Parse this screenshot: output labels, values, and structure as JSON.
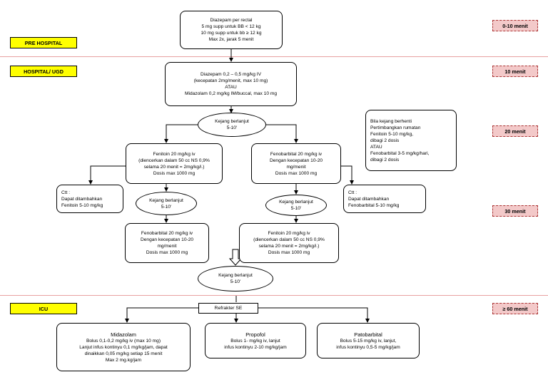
{
  "phases": {
    "prehospital": "PRE HOSPITAL",
    "hospital": "HOSPITAL/ UGD",
    "icu": "ICU"
  },
  "times": {
    "t1": "0-10 menit",
    "t2": "10 menit",
    "t3": "20 menit",
    "t4": "30 menit",
    "t5": "≥ 60 menit"
  },
  "nodes": {
    "diazepam_rectal": [
      "Diazepam per rectal",
      "5 mg supp untuk BB < 12 kg",
      "10 mg supp untuk bb ≥ 12 kg",
      "Max 2x, jarak 5 menit"
    ],
    "diazepam_iv": [
      "Diazepam 0,2 – 0,5 mg/kg IV",
      "(kecepatan 2mg/menit, max 10 mg)",
      "ATAU",
      "Midazolam 0,2 mg/kg IM/buccal, max 10 mg"
    ],
    "kejang1": [
      "Kejang berlanjut",
      "5-10'"
    ],
    "fenitoin_left": [
      "Fenitoin 20 mg/kg iv",
      "(diencerkan dalam 50 cc NS 0,9%",
      "selama 20 menit = 2mg/kg/i.)",
      "Dosis max 1000 mg"
    ],
    "fenobarbital_right": [
      "Fenobarbital 20 mg/kg iv",
      "Dengan kecepatan 10-20",
      "mg/menit",
      "Dosis max 1000 mg"
    ],
    "ctt_left": [
      "Ctt :",
      "Dapat ditambahkan",
      "Fenitoin 5-10 mg/kg"
    ],
    "ctt_right": [
      "Ctt :",
      "Dapat ditambahkan",
      "Fenobarbital 5-10 mg/kg"
    ],
    "bila": [
      "Bila kejang berhenti",
      "Pertimbangkan rumatan",
      "Fenitoin 5-10 mg/kg,",
      "dibagi 2 dosis",
      "ATAU",
      "Fenobarbital 3-5 mg/kg/hari,",
      "dibagi 2 dosis"
    ],
    "kejang2": [
      "Kejang berlanjut",
      "5-10'"
    ],
    "kejang3": [
      "Kejang berlanjut",
      "5-10'"
    ],
    "fenobarbital_left": [
      "Fenobarbital 20 mg/kg iv",
      "Dengan kecepatan 10-20",
      "mg/menit",
      "Dosis max 1000 mg"
    ],
    "fenitoin_right": [
      "Fenitoin 20 mg/kg iv",
      "(diencerkan dalam 50 cc NS 0,9%",
      "selama 20 menit = 2mg/kg/i.)",
      "Dosis max 1000 mg"
    ],
    "kejang4": [
      "Kejang berlanjut",
      "5-10'"
    ],
    "refrakter": "Refrakter SE",
    "midazolam": [
      "Midazolam",
      "Bolus 0,1-0,2 mg/kg iv (max 10 mg)",
      "Lanjut infus kontinyu 0,1 mg/kg/jam, dapat",
      "dinaikkan 0,05 mg/kg setiap 15 menit",
      "Max 2 mg.kg/jam"
    ],
    "propofol": [
      "Propofol",
      "Bolus 1- mg/kg iv, lanjut",
      "infus kontinyu 2-10 mg/kg/jam"
    ],
    "pentobarbital": [
      "Patobarbital",
      "Bolus 5-15 mg/kg iv, lanjut,",
      "infus kontinyu 0,5-5 mg/kg/jam"
    ]
  }
}
